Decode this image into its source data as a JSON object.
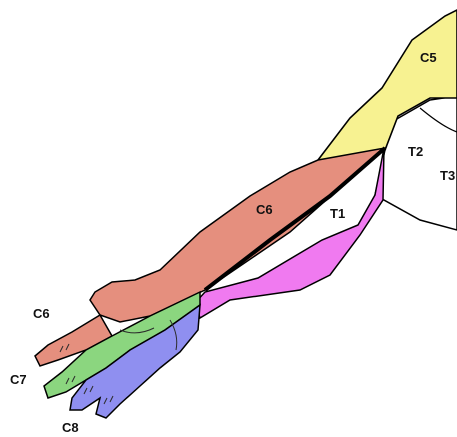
{
  "regions": [
    {
      "id": "C5",
      "label": "C5",
      "color": "#f7f291"
    },
    {
      "id": "C6",
      "label": "C6",
      "color": "#e58f7e"
    },
    {
      "id": "C7",
      "label": "C7",
      "color": "#8bd67f"
    },
    {
      "id": "C8",
      "label": "C8",
      "color": "#8f8ff0"
    },
    {
      "id": "T1",
      "label": "T1",
      "color": "#f07af0"
    },
    {
      "id": "T2",
      "label": "T2",
      "color": "#ffffff"
    },
    {
      "id": "T3",
      "label": "T3",
      "color": "#ffffff"
    }
  ],
  "labels": {
    "c5": "C5",
    "c6_forearm": "C6",
    "t1": "T1",
    "t2": "T2",
    "t3": "T3",
    "c6_hand": "C6",
    "c7": "C7",
    "c8": "C8"
  }
}
